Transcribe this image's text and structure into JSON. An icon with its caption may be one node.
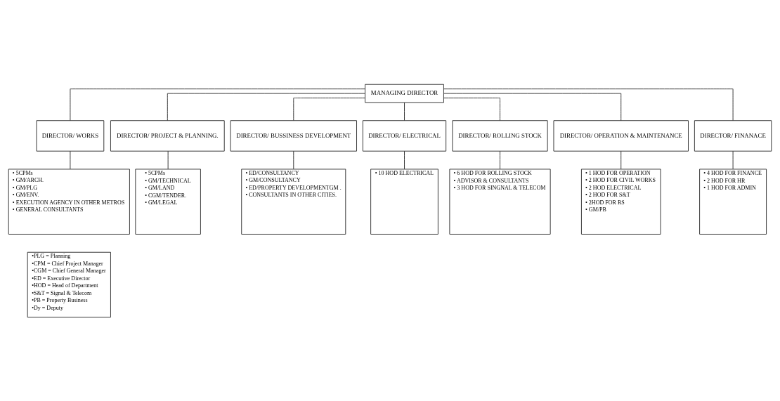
{
  "diagram": {
    "nodes": [
      {
        "text": [
          "MANAGING DIRECTOR"
        ]
      },
      {
        "text": [
          "DIRECTOR/ WORKS"
        ]
      },
      {
        "text": [
          "DIRECTOR/ PROJECT & PLANNING."
        ]
      },
      {
        "text": [
          "DIRECTOR/ BUSSINESS DEVELOPMENT"
        ]
      },
      {
        "text": [
          "DIRECTOR/ ELECTRICAL"
        ]
      },
      {
        "text": [
          "DIRECTOR/ ROLLING STOCK"
        ]
      },
      {
        "text": [
          "DIRECTOR/ OPERATION & MAINTENANCE"
        ]
      },
      {
        "text": [
          "DIRECTOR/ FINANACE"
        ]
      },
      {
        "text": [
          "• 5CPMs",
          "• GM/ARCH.",
          "• GM/PLG",
          "• GM/ENV.",
          "• EXECUTION AGENCY IN OTHER METROS",
          "• GENERAL CONSULTANTS"
        ]
      },
      {
        "text": [
          "• 5CPMs",
          "• GM/TECHNICAL",
          "• GM/LAND",
          "• CGM/TENDER.",
          "• GM/LEGAL"
        ]
      },
      {
        "text": [
          "• ED/CONSULTANCY",
          "• GM/CONSULTANCY",
          "• ED/PROPERTY DEVELOPMENTGM .",
          "• CONSULTANTS IN OTHER CITIES."
        ]
      },
      {
        "text": [
          "• 10 HOD ELECTRICAL"
        ]
      },
      {
        "text": [
          "• 6 HOD FOR ROLLING STOCK",
          "• ADVISOR & CONSULTANTS",
          "• 3 HOD FOR SINGNAL & TELECOM"
        ]
      },
      {
        "text": [
          "• 1 HOD FOR OPERATION",
          "• 2 HOD FOR CIVIL WORKS",
          "• 2 HOD ELECTRICAL",
          "• 2 HOD FOR S&T",
          "• 2HOD FOR RS",
          "• GM/PB"
        ]
      },
      {
        "text": [
          "• 4 HOD FOR FINANCE",
          "• 2 HOD FOR HR",
          "• 1 HOD FOR ADMIN"
        ]
      },
      {
        "text": [
          "•PLG = Planning",
          "•CPM = Chief Project Manager",
          "•CGM = Chief General Manager",
          "•ED = Executive Director",
          "•HOD = Head of Department",
          "•S&T = Signal & Telecom",
          "•PB = Property Business",
          "•Dy = Deputy"
        ]
      }
    ],
    "edges": [
      {
        "from": 0,
        "to": 1,
        "arrow": "none"
      },
      {
        "from": 0,
        "to": 2,
        "arrow": "none"
      },
      {
        "from": 0,
        "to": 3,
        "arrow": "none"
      },
      {
        "from": 0,
        "to": 4,
        "arrow": "none"
      },
      {
        "from": 0,
        "to": 5,
        "arrow": "none"
      },
      {
        "from": 0,
        "to": 6,
        "arrow": "none"
      },
      {
        "from": 0,
        "to": 7,
        "arrow": "none"
      },
      {
        "from": 1,
        "to": 8,
        "arrow": "none"
      },
      {
        "from": 2,
        "to": 9,
        "arrow": "none"
      },
      {
        "from": 3,
        "to": 10,
        "arrow": "none"
      },
      {
        "from": 4,
        "to": 11,
        "arrow": "none"
      },
      {
        "from": 5,
        "to": 12,
        "arrow": "none"
      },
      {
        "from": 6,
        "to": 13,
        "arrow": "none"
      },
      {
        "from": 7,
        "to": 14,
        "arrow": "none"
      }
    ]
  }
}
